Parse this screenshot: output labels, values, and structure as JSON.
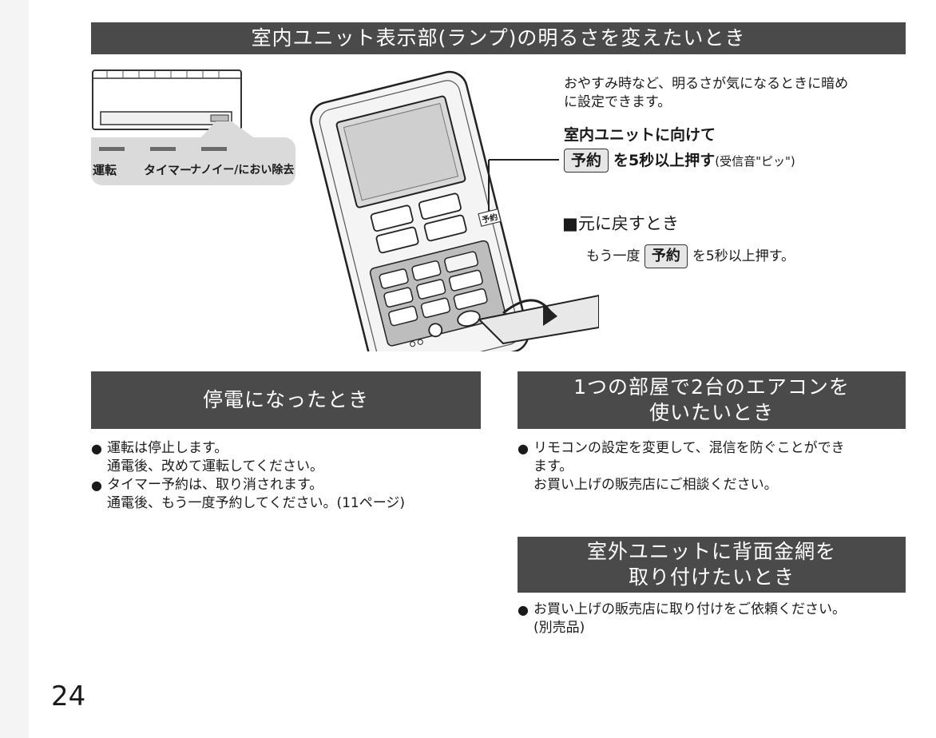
{
  "section_brightness": {
    "title": "室内ユニット表示部(ランプ)の明るさを変えたいとき",
    "description_line1": "おやすみ時など、明るさが気になるときに暗め",
    "description_line2": "に設定できます。",
    "instruction_heading": "室内ユニットに向けて",
    "key_label": "予約",
    "instruction_action": "を5秒以上押す",
    "instruction_note": "(受信音\"ピッ\")",
    "reset_heading": "■元に戻すとき",
    "reset_prefix": "もう一度",
    "reset_key_label": "予約",
    "reset_suffix": "を5秒以上押す。",
    "lamps": [
      {
        "label": "運転"
      },
      {
        "label": "タイマー"
      },
      {
        "label": "ナノイー/におい除去"
      }
    ],
    "remote_button_label": "予約"
  },
  "section_power_outage": {
    "title": "停電になったとき",
    "items": [
      {
        "bullet": "●",
        "line1": "運転は停止します。",
        "line2": "通電後、改めて運転してください。"
      },
      {
        "bullet": "●",
        "line1": "タイマー予約は、取り消されます。",
        "line2": "通電後、もう一度予約してください。(11ページ)"
      }
    ]
  },
  "section_two_units": {
    "title_line1": "1つの部屋で2台のエアコンを",
    "title_line2": "使いたいとき",
    "bullet": "●",
    "line1": "リモコンの設定を変更して、混信を防ぐことができ",
    "line2": "ます。",
    "line3": "お買い上げの販売店にご相談ください。"
  },
  "section_rear_net": {
    "title_line1": "室外ユニットに背面金網を",
    "title_line2": "取り付けたいとき",
    "bullet": "●",
    "line1": "お買い上げの販売店に取り付けをご依頼ください。",
    "line2": "(別売品)"
  },
  "page_number": "24"
}
